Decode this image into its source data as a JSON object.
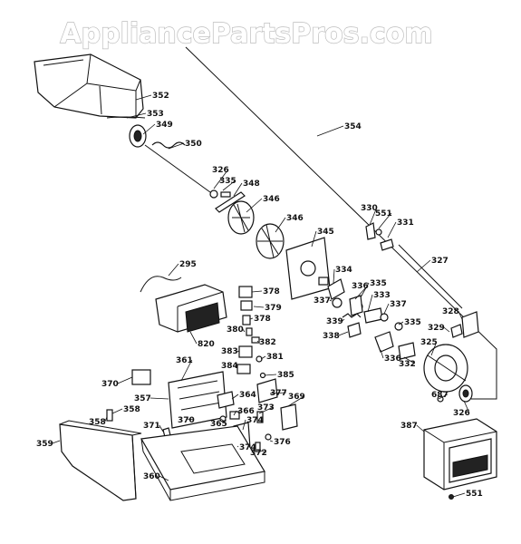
{
  "watermark": "AppliancePartsPros.com",
  "labels": [
    {
      "text": "352"
    },
    {
      "text": "353"
    },
    {
      "text": "349"
    },
    {
      "text": "350"
    },
    {
      "text": "354"
    },
    {
      "text": "326"
    },
    {
      "text": "335"
    },
    {
      "text": "348"
    },
    {
      "text": "346"
    },
    {
      "text": "346"
    },
    {
      "text": "330"
    },
    {
      "text": "551"
    },
    {
      "text": "331"
    },
    {
      "text": "345"
    },
    {
      "text": "327"
    },
    {
      "text": "295"
    },
    {
      "text": "334"
    },
    {
      "text": "335"
    },
    {
      "text": "378"
    },
    {
      "text": "336"
    },
    {
      "text": "333"
    },
    {
      "text": "337"
    },
    {
      "text": "337"
    },
    {
      "text": "379"
    },
    {
      "text": "328"
    },
    {
      "text": "378"
    },
    {
      "text": "339"
    },
    {
      "text": "380"
    },
    {
      "text": "335"
    },
    {
      "text": "338"
    },
    {
      "text": "329"
    },
    {
      "text": "382"
    },
    {
      "text": "820"
    },
    {
      "text": "325"
    },
    {
      "text": "383"
    },
    {
      "text": "381"
    },
    {
      "text": "336"
    },
    {
      "text": "332"
    },
    {
      "text": "361"
    },
    {
      "text": "384"
    },
    {
      "text": "385"
    },
    {
      "text": "370"
    },
    {
      "text": "687"
    },
    {
      "text": "364"
    },
    {
      "text": "377"
    },
    {
      "text": "357"
    },
    {
      "text": "369"
    },
    {
      "text": "326"
    },
    {
      "text": "358"
    },
    {
      "text": "358"
    },
    {
      "text": "365"
    },
    {
      "text": "366"
    },
    {
      "text": "373"
    },
    {
      "text": "370"
    },
    {
      "text": "387"
    },
    {
      "text": "371"
    },
    {
      "text": "374"
    },
    {
      "text": "376"
    },
    {
      "text": "359"
    },
    {
      "text": "374"
    },
    {
      "text": "372"
    },
    {
      "text": "360"
    },
    {
      "text": "551"
    }
  ]
}
